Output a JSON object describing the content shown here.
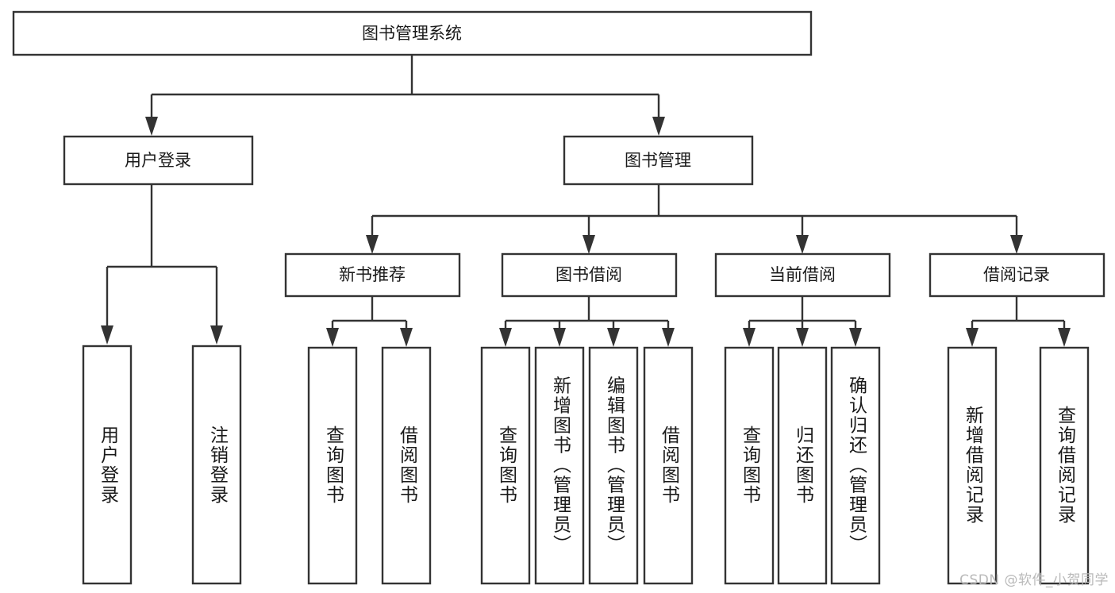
{
  "diagram": {
    "type": "tree-hierarchy-flowchart",
    "title": "图书管理系统",
    "watermark": "CSDN @软件_小贺同学",
    "colors": {
      "background": "#ffffff",
      "stroke": "#333333",
      "node_fill": "#ffffff",
      "text": "#1a1a1a",
      "watermark": "#b9b9b9"
    },
    "levels": {
      "root": "图书管理系统",
      "level2": [
        "用户登录",
        "图书管理"
      ],
      "level3": [
        "新书推荐",
        "图书借阅",
        "当前借阅",
        "借阅记录"
      ]
    },
    "nodes": {
      "root": {
        "label": "图书管理系统",
        "orientation": "horizontal"
      },
      "user_login": {
        "label": "用户登录",
        "orientation": "horizontal"
      },
      "book_manage": {
        "label": "图书管理",
        "orientation": "horizontal"
      },
      "new_book_rec": {
        "label": "新书推荐",
        "orientation": "horizontal"
      },
      "book_borrow": {
        "label": "图书借阅",
        "orientation": "horizontal"
      },
      "current_borrow": {
        "label": "当前借阅",
        "orientation": "horizontal"
      },
      "borrow_record": {
        "label": "借阅记录",
        "orientation": "horizontal"
      },
      "leaf_user_login": {
        "label": "用户登录",
        "orientation": "vertical"
      },
      "leaf_logout": {
        "label": "注销登录",
        "orientation": "vertical"
      },
      "leaf_query_book_rec": {
        "label": "查询图书",
        "orientation": "vertical"
      },
      "leaf_borrow_book_rec": {
        "label": "借阅图书",
        "orientation": "vertical"
      },
      "leaf_query_book_borrow": {
        "label": "查询图书",
        "orientation": "vertical"
      },
      "leaf_add_book": {
        "label": "新增图书（管理员）",
        "orientation": "vertical"
      },
      "leaf_edit_book": {
        "label": "编辑图书（管理员）",
        "orientation": "vertical"
      },
      "leaf_borrow_book": {
        "label": "借阅图书",
        "orientation": "vertical"
      },
      "leaf_query_book_cur": {
        "label": "查询图书",
        "orientation": "vertical"
      },
      "leaf_return_book": {
        "label": "归还图书",
        "orientation": "vertical"
      },
      "leaf_confirm_return": {
        "label": "确认归还（管理员）",
        "orientation": "vertical"
      },
      "leaf_add_record": {
        "label": "新增借阅记录",
        "orientation": "vertical"
      },
      "leaf_query_record": {
        "label": "查询借阅记录",
        "orientation": "vertical"
      }
    },
    "edges": [
      {
        "from": "root",
        "to": "user_login"
      },
      {
        "from": "root",
        "to": "book_manage"
      },
      {
        "from": "user_login",
        "to": "leaf_user_login"
      },
      {
        "from": "user_login",
        "to": "leaf_logout"
      },
      {
        "from": "book_manage",
        "to": "new_book_rec"
      },
      {
        "from": "book_manage",
        "to": "book_borrow"
      },
      {
        "from": "book_manage",
        "to": "current_borrow"
      },
      {
        "from": "book_manage",
        "to": "borrow_record"
      },
      {
        "from": "new_book_rec",
        "to": "leaf_query_book_rec"
      },
      {
        "from": "new_book_rec",
        "to": "leaf_borrow_book_rec"
      },
      {
        "from": "book_borrow",
        "to": "leaf_query_book_borrow"
      },
      {
        "from": "book_borrow",
        "to": "leaf_add_book"
      },
      {
        "from": "book_borrow",
        "to": "leaf_edit_book"
      },
      {
        "from": "book_borrow",
        "to": "leaf_borrow_book"
      },
      {
        "from": "current_borrow",
        "to": "leaf_query_book_cur"
      },
      {
        "from": "current_borrow",
        "to": "leaf_return_book"
      },
      {
        "from": "current_borrow",
        "to": "leaf_confirm_return"
      },
      {
        "from": "borrow_record",
        "to": "leaf_add_record"
      },
      {
        "from": "borrow_record",
        "to": "leaf_query_record"
      }
    ]
  }
}
